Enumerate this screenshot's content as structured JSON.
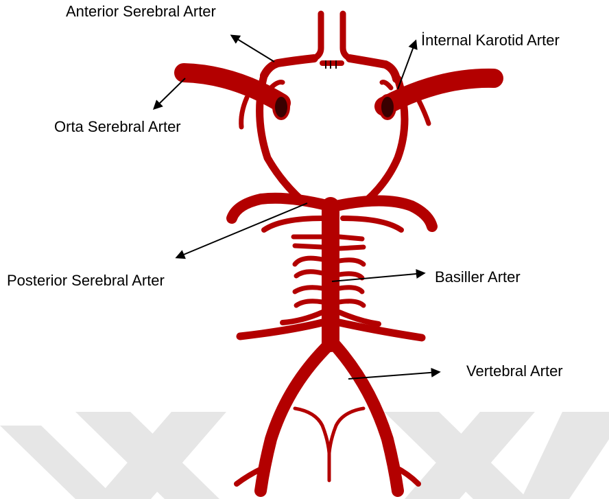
{
  "labels": {
    "anterior_cerebral": "Anterior Serebral Arter",
    "internal_carotid": "İnternal Karotid Arter",
    "middle_cerebral": "Orta Serebral Arter",
    "posterior_cerebral": "Posterior Serebral Arter",
    "basilar": "Basiller Arter",
    "vertebral": "Vertebral Arter"
  },
  "colors": {
    "artery": "#b30000",
    "artery_outline": "#1a0000",
    "lumen": "#3a0000",
    "watermark": "#e4e4e4",
    "arrow": "#000000"
  }
}
